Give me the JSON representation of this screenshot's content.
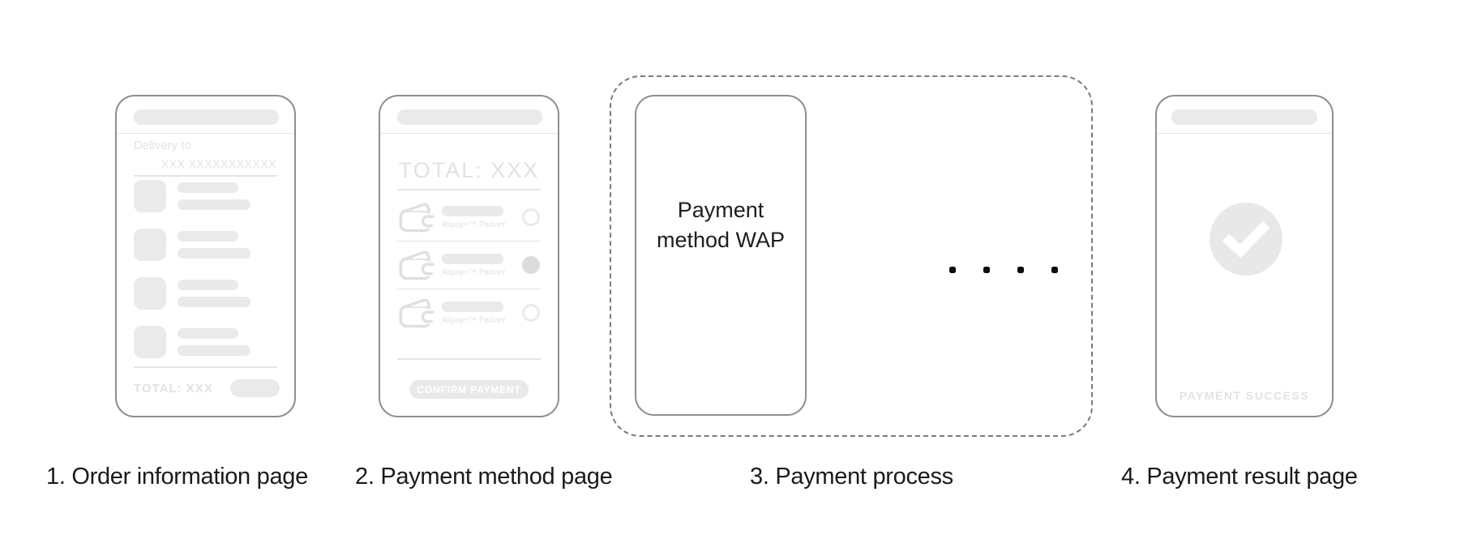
{
  "colors": {
    "phone_border": "#8f8f8f",
    "dashed_border": "#7b7b7b",
    "fill": "#eaeaea",
    "divider": "#e4e4e4",
    "ph_text": "#e2e2e2",
    "radio_fill": "#dcdcdc",
    "btn_fill": "#e9e9e9",
    "btn_text": "#ffffff",
    "icon_stroke": "#e0e0e0",
    "check_circle": "#e8e8e8",
    "dot": "#0c0c0c",
    "caption_text": "#1a1a1a"
  },
  "captions": [
    {
      "label": "1. Order information page"
    },
    {
      "label": "2. Payment method page"
    },
    {
      "label": "3. Payment process"
    },
    {
      "label": "4. Payment result page"
    }
  ],
  "order_phone": {
    "delivery_label": "Delivery to",
    "delivery_value": "XXX XXXXXXXXXXX",
    "total_label": "TOTAL: XXX",
    "item_count": 4
  },
  "method_phone": {
    "total_label": "TOTAL: XXX",
    "confirm_button_label": "CONFIRM PAYMENT",
    "methods": [
      {
        "partner_label": "Alipay+™ Partner",
        "selected": false
      },
      {
        "partner_label": "Alipay+™ Partner",
        "selected": true
      },
      {
        "partner_label": "Alipay+™ Partner",
        "selected": false
      }
    ]
  },
  "process": {
    "wap_label": "Payment method WAP",
    "dot_count": 4
  },
  "result_phone": {
    "success_label": "PAYMENT SUCCESS"
  }
}
